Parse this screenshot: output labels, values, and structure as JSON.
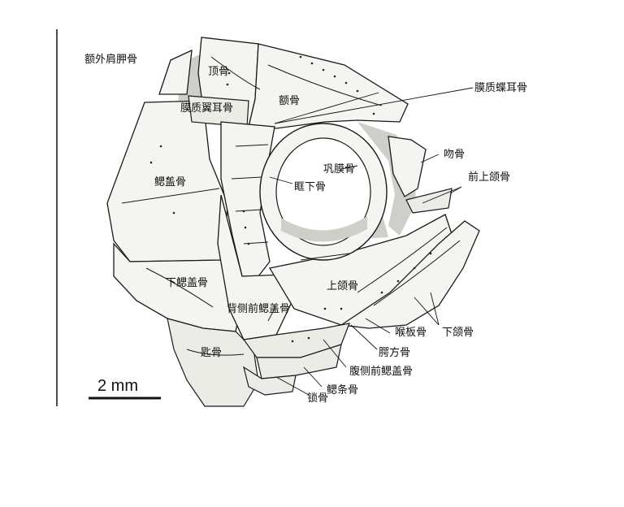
{
  "labels": {
    "extrascapular": "额外肩胛骨",
    "parietal": "顶骨",
    "frontal": "额骨",
    "dermosphenotic": "膜质蝶耳骨",
    "dermopterotic": "膜质翼耳骨",
    "sclerotic": "巩膜骨",
    "rostral": "吻骨",
    "premaxilla": "前上颌骨",
    "opercle": "鳃盖骨",
    "infraorbital": "眶下骨",
    "subopercle": "下鳃盖骨",
    "maxilla": "上颌骨",
    "dorsal_preopercle": "背侧前鳃盖骨",
    "gular": "喉板骨",
    "dentary": "下颌骨",
    "cleithrum": "匙骨",
    "quadratojugal": "腭方骨",
    "ventral_preopercle": "腹侧前鳃盖骨",
    "branchiostegal": "鳃条骨",
    "clavicle": "锁骨"
  },
  "scale_bar": {
    "label": "2 mm"
  }
}
